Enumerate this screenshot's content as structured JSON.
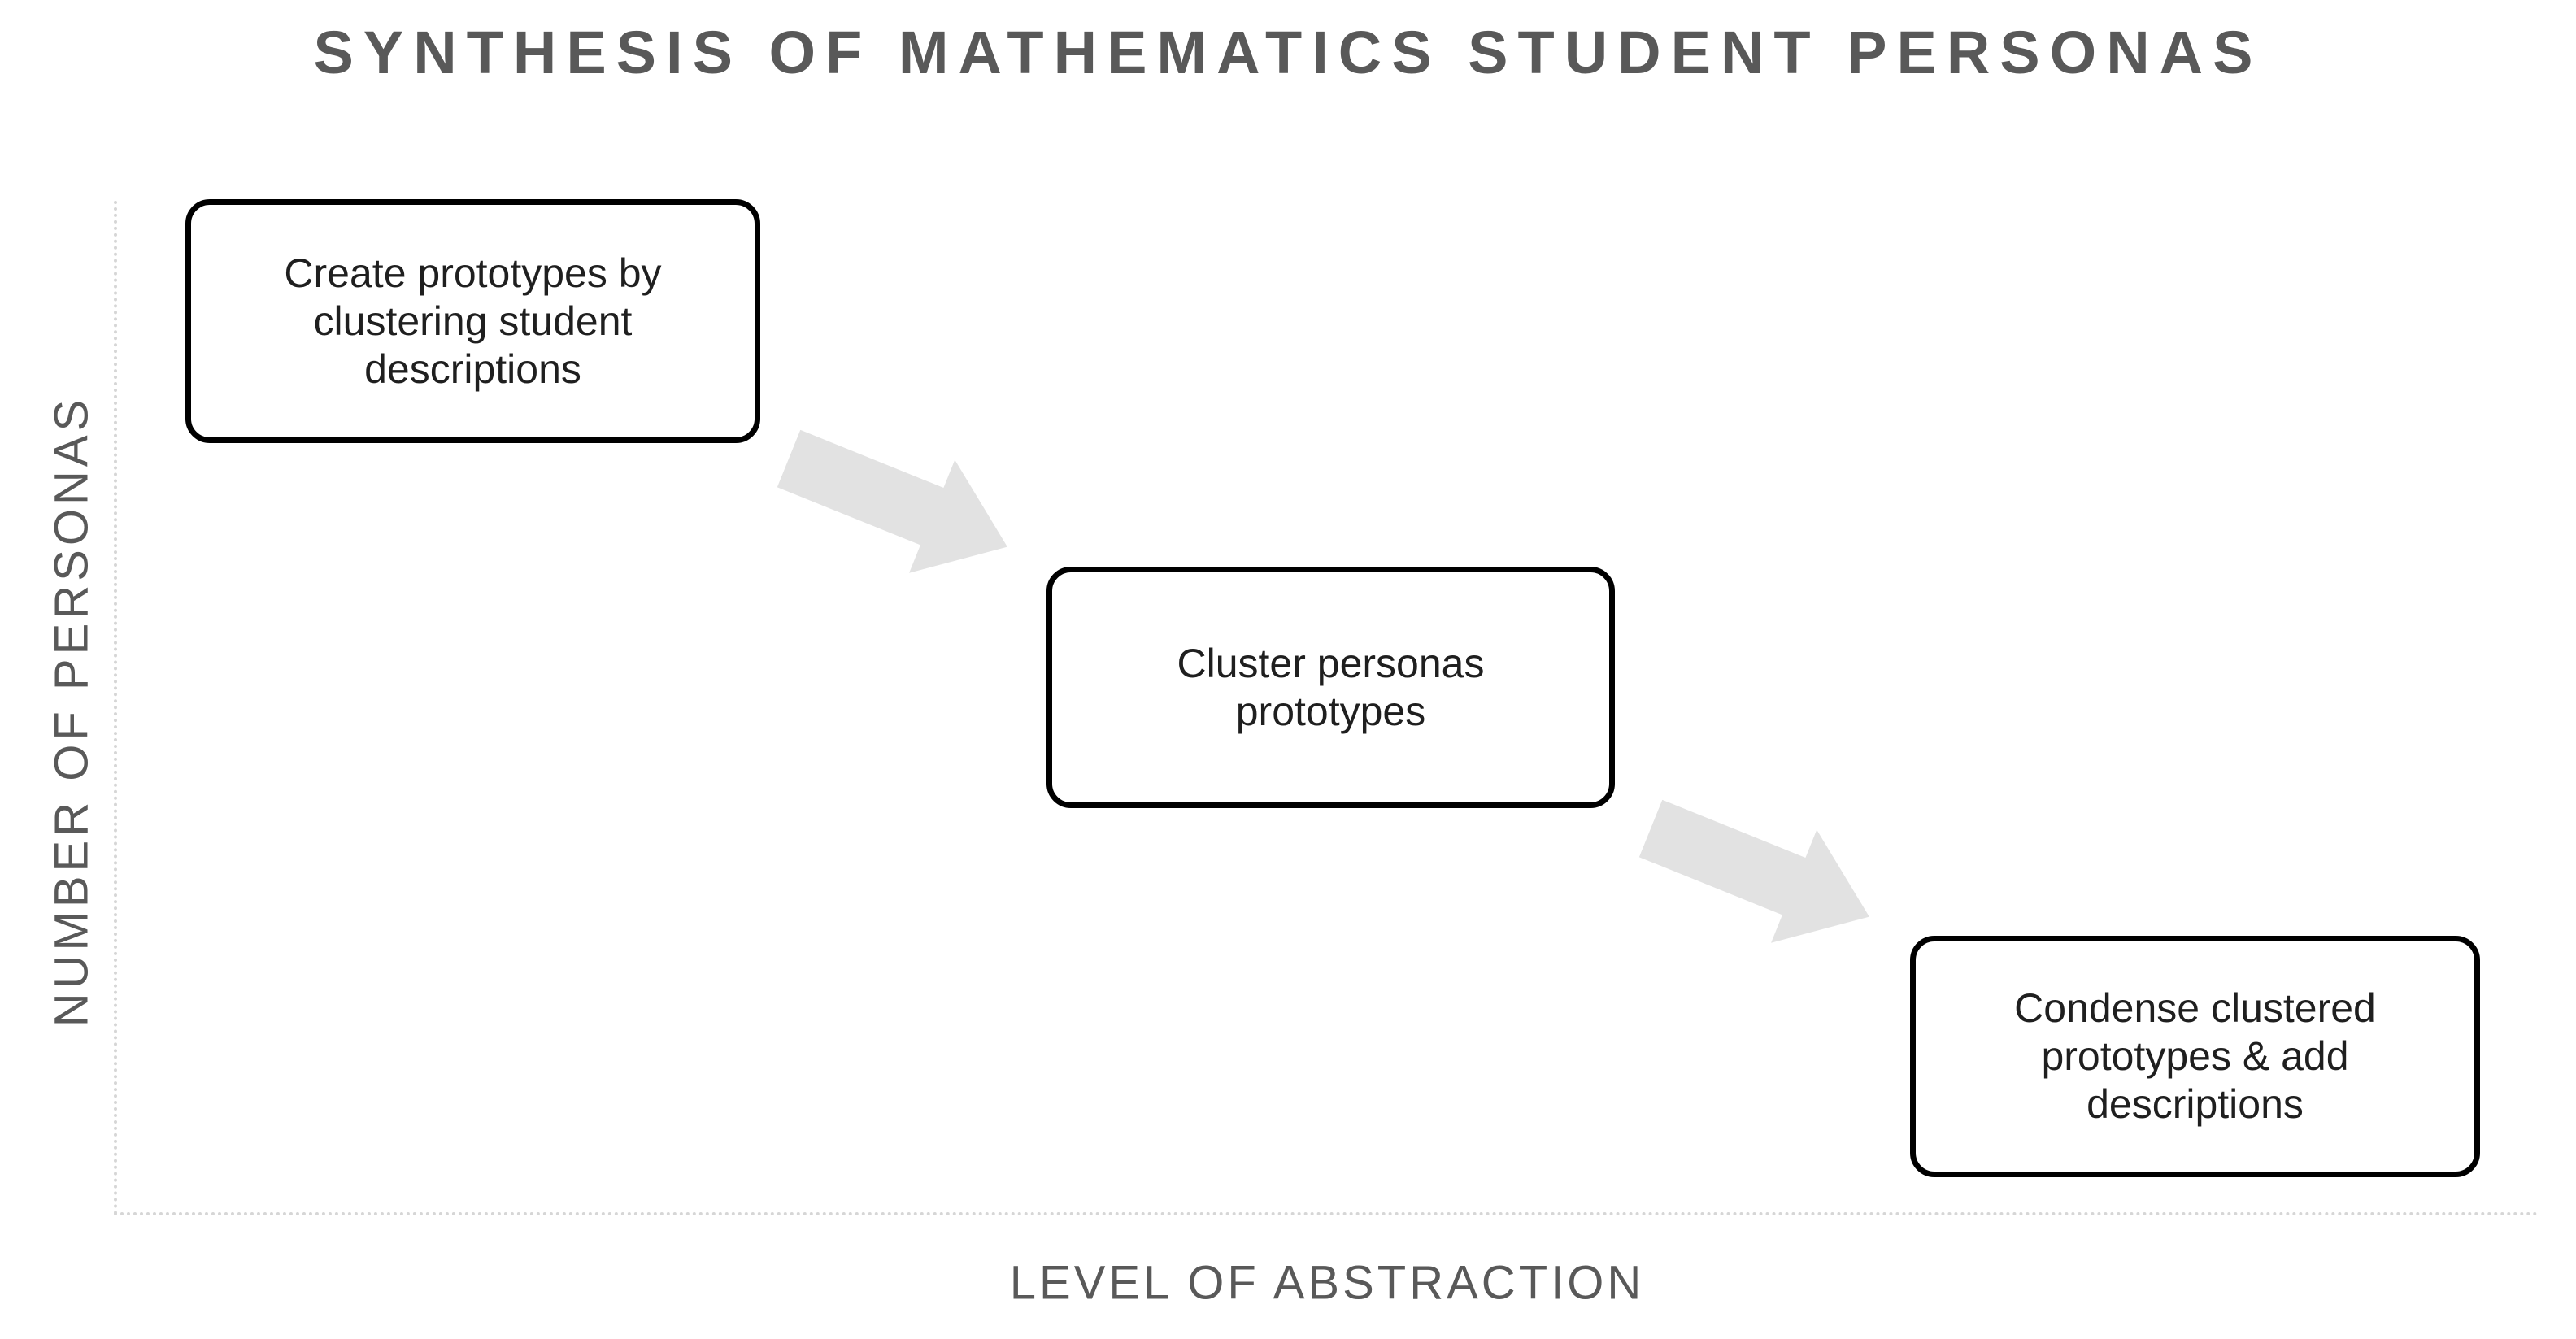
{
  "title": "SYNTHESIS OF MATHEMATICS STUDENT PERSONAS",
  "axes": {
    "x_label": "LEVEL OF ABSTRACTION",
    "y_label": "NUMBER OF PERSONAS"
  },
  "steps": [
    {
      "id": 1,
      "label": "Create prototypes by\nclustering student\ndescriptions"
    },
    {
      "id": 2,
      "label": "Cluster personas\nprototypes"
    },
    {
      "id": 3,
      "label": "Condense clustered\nprototypes & add\ndescriptions"
    }
  ],
  "connections": [
    {
      "from": 1,
      "to": 2,
      "icon": "down-right-block-arrow-icon"
    },
    {
      "from": 2,
      "to": 3,
      "icon": "down-right-block-arrow-icon"
    }
  ],
  "colors": {
    "title_text": "#595959",
    "axis_text": "#595959",
    "axis_line": "#d6d6d6",
    "arrow_fill": "#e2e2e2",
    "box_border": "#000000",
    "box_text": "#1f1f1f",
    "background": "#ffffff"
  }
}
